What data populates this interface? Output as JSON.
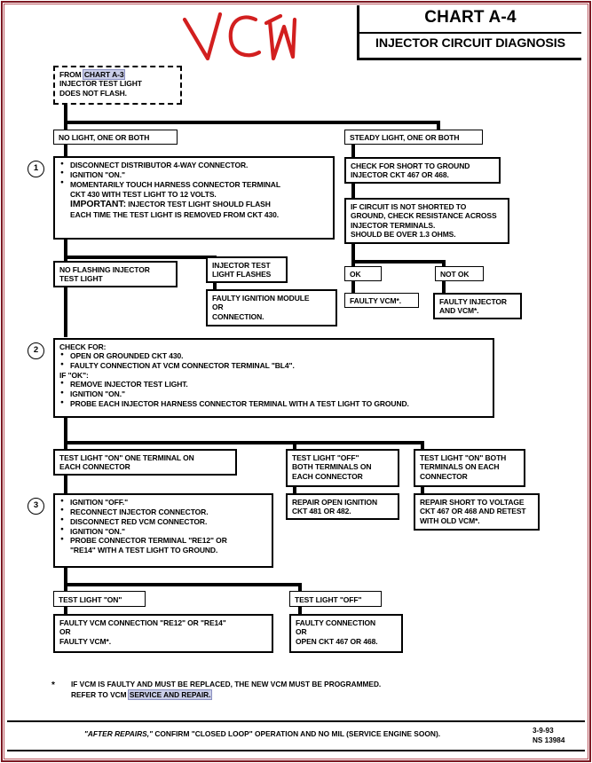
{
  "header": {
    "chart_number": "CHART A-4",
    "chart_title": "INJECTOR CIRCUIT DIAGNOSIS",
    "handwritten_note": "VCM",
    "handwriting_color": "#d21f1f"
  },
  "entry": {
    "line1_prefix": "FROM ",
    "line1_highlight": "CHART A-3",
    "line2": "INJECTOR TEST LIGHT",
    "line3": "DOES NOT FLASH."
  },
  "branches": {
    "left": "NO LIGHT, ONE OR BOTH",
    "right": "STEADY LIGHT, ONE OR BOTH"
  },
  "step1": {
    "number": "1",
    "bullets": [
      "DISCONNECT DISTRIBUTOR 4-WAY CONNECTOR.",
      "IGNITION \"ON.\"",
      "MOMENTARILY TOUCH HARNESS CONNECTOR TERMINAL"
    ],
    "cont1": "CKT 430 WITH TEST LIGHT TO 12 VOLTS.",
    "important_label": "IMPORTANT:",
    "important_text": "INJECTOR TEST LIGHT SHOULD FLASH",
    "cont2": "EACH TIME THE TEST LIGHT IS REMOVED FROM CKT 430."
  },
  "right_branch": {
    "check_short": [
      "CHECK FOR SHORT TO GROUND",
      "INJECTOR CKT 467 OR 468."
    ],
    "resistance": [
      "IF CIRCUIT IS NOT SHORTED TO",
      "GROUND, CHECK RESISTANCE ACROSS",
      "INJECTOR TERMINALS.",
      "SHOULD BE OVER 1.3 OHMS."
    ],
    "ok_label": "OK",
    "not_ok_label": "NOT OK",
    "ok_result": "FAULTY VCM*.",
    "not_ok_result": [
      "FAULTY INJECTOR",
      "AND VCM*."
    ]
  },
  "step1_results": {
    "no_flash": [
      "NO FLASHING INJECTOR",
      "TEST LIGHT"
    ],
    "flashes": [
      "INJECTOR TEST",
      "LIGHT FLASHES"
    ],
    "faulty_module": [
      "FAULTY IGNITION MODULE",
      "OR",
      "CONNECTION."
    ]
  },
  "step2": {
    "number": "2",
    "header": "CHECK FOR:",
    "bullets_a": [
      "OPEN OR GROUNDED CKT 430.",
      "FAULTY CONNECTION AT VCM CONNECTOR TERMINAL \"BL4\"."
    ],
    "if_ok": "IF \"OK\":",
    "bullets_b": [
      "REMOVE INJECTOR TEST LIGHT.",
      "IGNITION \"ON.\"",
      "PROBE EACH INJECTOR HARNESS CONNECTOR TERMINAL WITH A TEST LIGHT TO GROUND."
    ]
  },
  "step2_results": {
    "on_one": [
      "TEST LIGHT \"ON\" ONE TERMINAL ON",
      "EACH CONNECTOR"
    ],
    "off_both": [
      "TEST LIGHT \"OFF\"",
      "BOTH TERMINALS ON",
      "EACH CONNECTOR"
    ],
    "on_both": [
      "TEST LIGHT \"ON\" BOTH",
      "TERMINALS ON EACH",
      "CONNECTOR"
    ],
    "repair_open": [
      "REPAIR OPEN IGNITION",
      "CKT 481 OR 482."
    ],
    "repair_short": [
      "REPAIR SHORT TO  VOLTAGE",
      "CKT 467 OR 468 AND RETEST",
      "WITH OLD VCM*."
    ]
  },
  "step3": {
    "number": "3",
    "bullets": [
      "IGNITION \"OFF.\"",
      "RECONNECT INJECTOR CONNECTOR.",
      "DISCONNECT RED VCM CONNECTOR.",
      "IGNITION \"ON.\"",
      "PROBE CONNECTOR TERMINAL \"RE12\" OR"
    ],
    "cont": "\"RE14\" WITH A TEST LIGHT TO GROUND."
  },
  "step3_results": {
    "light_on": "TEST LIGHT \"ON\"",
    "light_off": "TEST LIGHT \"OFF\"",
    "on_result": [
      "FAULTY VCM CONNECTION \"RE12\" OR \"RE14\"",
      "OR",
      "FAULTY VCM*."
    ],
    "off_result": [
      "FAULTY CONNECTION",
      "OR",
      "OPEN CKT 467 OR 468."
    ]
  },
  "footnote": {
    "marker": "*",
    "line1": "IF VCM IS FAULTY AND MUST BE REPLACED, THE NEW VCM MUST BE PROGRAMMED.",
    "line2_prefix": "REFER TO VCM ",
    "line2_highlight": "SERVICE AND REPAIR."
  },
  "footer": {
    "italic_part": "\"AFTER REPAIRS,\"",
    "rest": " CONFIRM \"CLOSED LOOP\" OPERATION AND NO MIL (SERVICE ENGINE SOON).",
    "date": "3-9-93",
    "code": "NS 13984"
  }
}
